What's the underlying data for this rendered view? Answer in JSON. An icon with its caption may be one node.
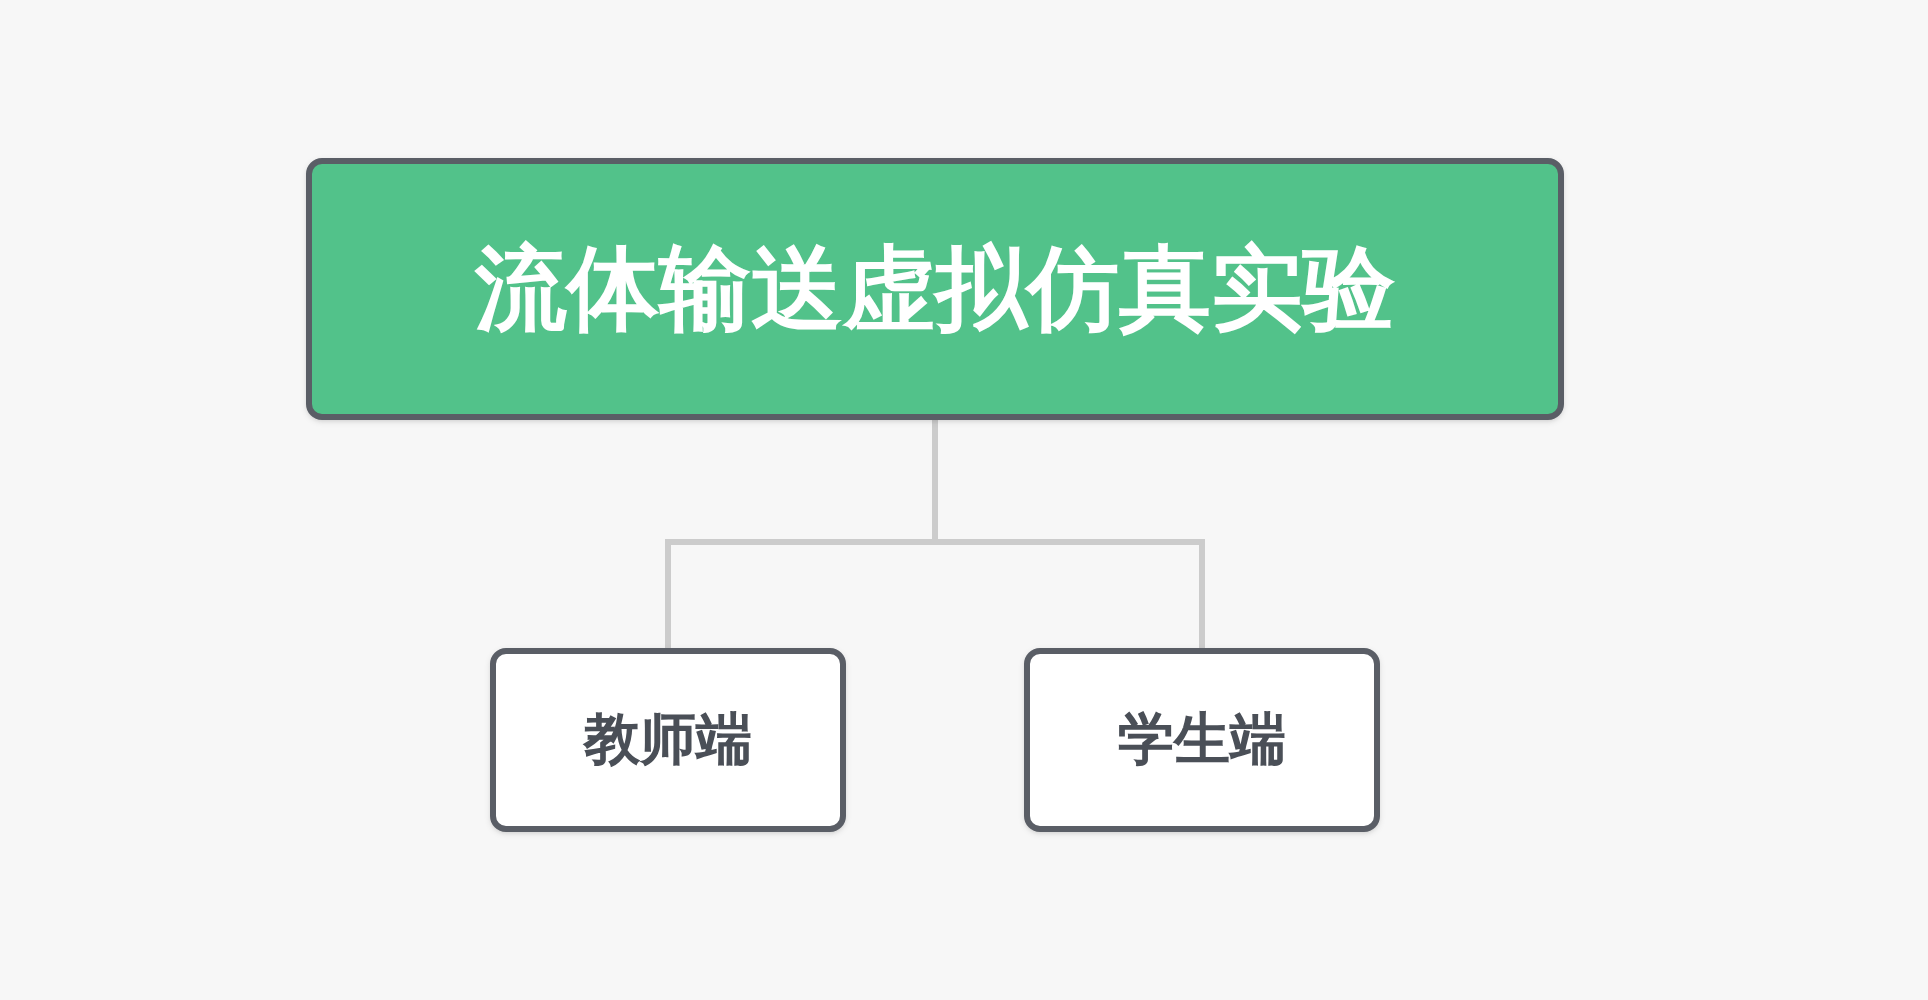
{
  "diagram": {
    "nodes": [
      {
        "text": [
          "流体输送虚拟仿真实验"
        ]
      },
      {
        "text": [
          "教师端"
        ]
      },
      {
        "text": [
          "学生端"
        ]
      }
    ],
    "edges": [
      {
        "from": 0,
        "to": 1,
        "arrow": "none"
      },
      {
        "from": 0,
        "to": 2,
        "arrow": "none"
      }
    ]
  }
}
